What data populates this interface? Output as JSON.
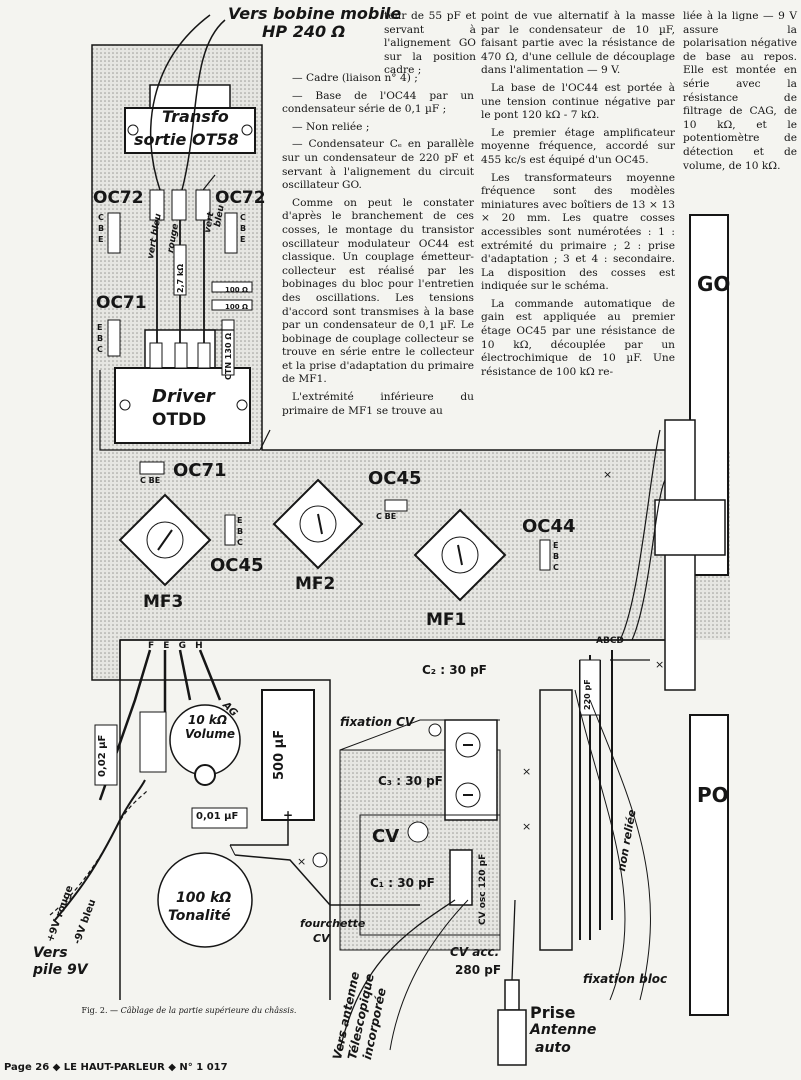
{
  "article": {
    "col1": [
      "teur de 55 pF et servant à l'alignement GO sur la position cadre ;",
      "— Cadre (liaison n° 4) ;",
      "— Base de l'OC44 par un condensateur série de 0,1 µF ;",
      "— Non reliée ;",
      "— Condensateur Cₑ en parallèle sur un condensateur de 220 pF et servant à l'alignement du circuit oscillateur GO.",
      "Comme on peut le constater d'après le branchement de ces cosses, le montage du transistor oscillateur modulateur OC44 est classique. Un couplage émetteur-collecteur est réalisé par les bobinages du bloc pour l'entretien des oscillations. Les tensions d'accord sont transmises à la base par un condensateur de 0,1 µF. Le bobinage de couplage collecteur se trouve en série entre le collecteur et la prise d'adaptation du primaire de MF1.",
      "L'extrémité inférieure du primaire de MF1 se trouve au"
    ],
    "col2": [
      "point de vue alternatif à la masse par le condensateur de 10 µF, faisant partie avec la résistance de 470 Ω, d'une cellule de découplage dans l'alimentation — 9 V.",
      "La base de l'OC44 est portée à une tension continue négative par le pont 120 kΩ - 7 kΩ.",
      "Le premier étage amplificateur moyenne fréquence, accordé sur 455 kc/s est équipé d'un OC45.",
      "Les transformateurs moyenne fréquence sont des modèles miniatures avec boîtiers de 13 × 13 × 20 mm. Les quatre cosses accessibles sont numérotées : 1 : extrémité du primaire ; 2 : prise d'adaptation ; 3 et 4 : secondaire. La disposition des cosses est indiquée sur le schéma.",
      "La commande automatique de gain est appliquée au premier étage OC45 par une résistance de 10 kΩ, découplée par un électrochimique de 10 µF. Une résistance de 100 kΩ re-"
    ],
    "col3": [
      "liée à la ligne — 9 V assure la polarisation négative de base au repos. Elle est montée en série avec la résistance de filtrage de CAG, de 10 kΩ, et le potentiomètre de détection et de volume, de 10 kΩ."
    ]
  },
  "diagram": {
    "speaker": [
      "Vers bobine mobile",
      "HP 240 Ω"
    ],
    "transfo": [
      "Transfo",
      "sortie OT58"
    ],
    "driver": [
      "Driver",
      "OTDD"
    ],
    "transistors": {
      "oc72_left": "OC72",
      "oc72_right": "OC72",
      "oc71_top": "OC71",
      "oc71_bottom": "OC71",
      "oc45_top": "OC45",
      "oc45_left": "OC45",
      "oc44": "OC44"
    },
    "pin_labels": {
      "c": "C",
      "b": "B",
      "e": "E",
      "be": "BE"
    },
    "wire_colors": {
      "vert_bleu": "vert bleu",
      "rouge": "rouge",
      "vert": "vert",
      "bleu": "bleu"
    },
    "resistors": {
      "r100_a": "100 Ω",
      "r100_b": "100 Ω",
      "r2k7": "2,7 kΩ",
      "ctn": "CTN 130 Ω"
    },
    "mf": {
      "mf1": "MF1",
      "mf2": "MF2",
      "mf3": "MF3"
    },
    "bands": {
      "go": "GO",
      "po": "PO"
    },
    "lugs_top": "F E G H",
    "lugs_abcd": "ABCD",
    "volume": [
      "10 kΩ",
      "Volume"
    ],
    "tonalite": [
      "100 kΩ",
      "Tonalité"
    ],
    "caps": {
      "c_500": "500 µF",
      "c_001": "0,01 µF",
      "c_002": "0,02 µF",
      "c_220": "220 pF",
      "c2": "C₂ : 30 pF",
      "c3": "C₃ : 30 pF",
      "c1": "C₁ : 30 pF",
      "cv": "CV",
      "cv_osc": "CV osc 120 pF",
      "cv_acc": "CV acc.",
      "cv_acc_val": "280 pF",
      "ag": "AG"
    },
    "labels": {
      "fixation_cv": "fixation CV",
      "fixation_bloc": "fixation bloc",
      "fourchette": "fourchette",
      "fourchette_cv": "CV",
      "non_reliee": "non reliée",
      "plus": "+",
      "battery_plus": "+9V rouge",
      "battery_minus": "-9V bleu",
      "vers_pile": "Vers",
      "pile_9v": "pile 9V",
      "antenne": [
        "Vers antenne",
        "Télescopique",
        "incorporée"
      ],
      "prise": [
        "Prise",
        "Antenne",
        "auto"
      ]
    }
  },
  "caption": {
    "fig": "Fig. 2.",
    "text": "— Câblage de la partie supérieure du châssis."
  },
  "footer": "Page 26 ◆ LE HAUT-PARLEUR ◆ N° 1 017",
  "colors": {
    "paper": "#f4f4f0",
    "stipple": "#cfcfcb",
    "ink": "#161616"
  }
}
